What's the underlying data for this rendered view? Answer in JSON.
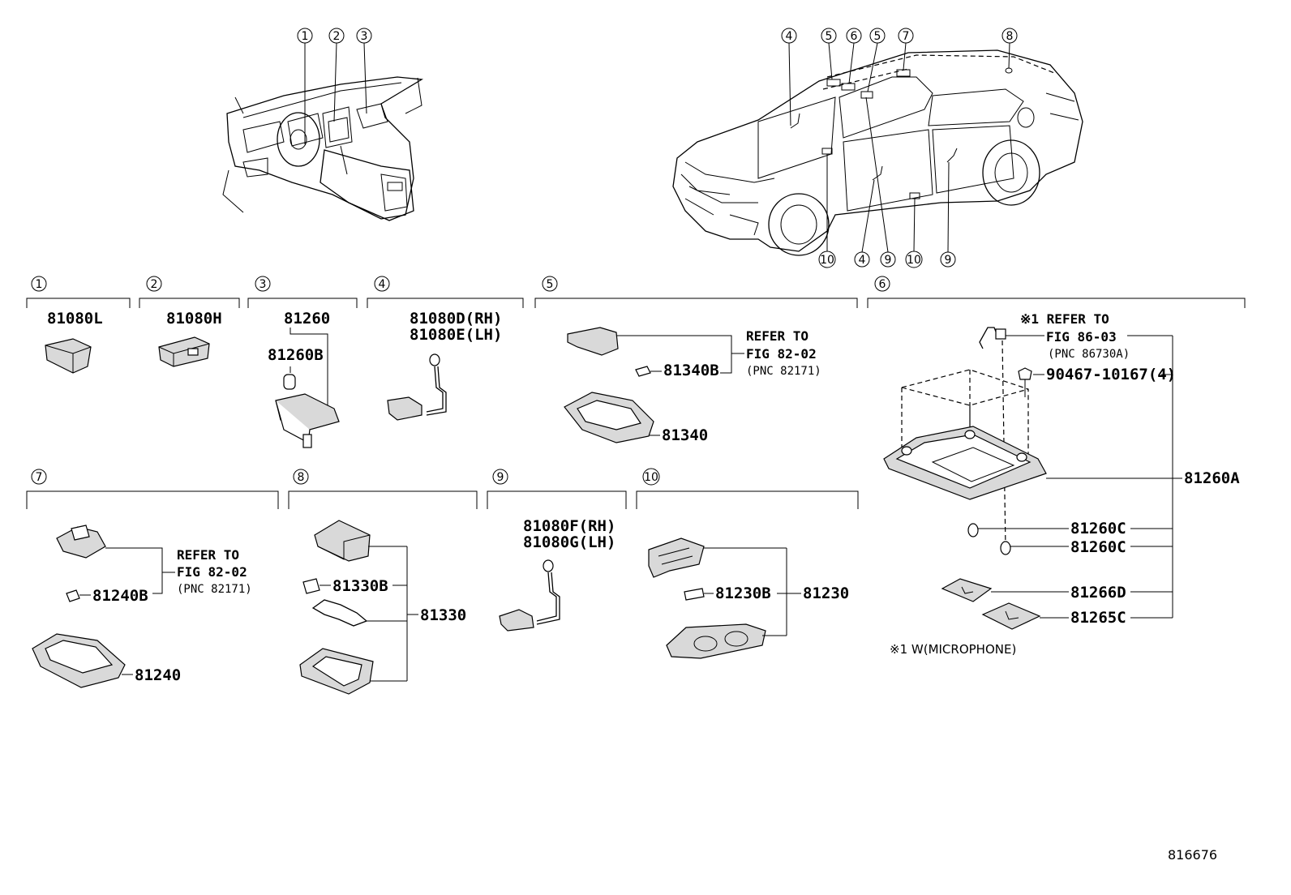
{
  "diagram_id": "816676",
  "callouts": [
    "1",
    "2",
    "3",
    "4",
    "5",
    "6",
    "7",
    "8",
    "9",
    "10"
  ],
  "parts": {
    "p81080L": "81080L",
    "p81080H": "81080H",
    "p81260": "81260",
    "p81260B": "81260B",
    "p81080D": "81080D(RH)",
    "p81080E": "81080E(LH)",
    "p81340B": "81340B",
    "p81340": "81340",
    "p90467": "90467-10167(4)",
    "p81260A": "81260A",
    "p81260C_1": "81260C",
    "p81260C_2": "81260C",
    "p81266D": "81266D",
    "p81265C": "81265C",
    "p81240B": "81240B",
    "p81240": "81240",
    "p81330B": "81330B",
    "p81330": "81330",
    "p81080F": "81080F(RH)",
    "p81080G": "81080G(LH)",
    "p81230B": "81230B",
    "p81230": "81230"
  },
  "refs": {
    "r5_line1": "REFER TO",
    "r5_line2": "FIG 82-02",
    "r5_line3": "(PNC 82171)",
    "r7_line1": "REFER TO",
    "r7_line2": "FIG 82-02",
    "r7_line3": "(PNC 82171)",
    "r6_line1": "※1 REFER TO",
    "r6_line2": "FIG 86-03",
    "r6_line3": "(PNC 86730A)"
  },
  "note": "※1 W(MICROPHONE)"
}
